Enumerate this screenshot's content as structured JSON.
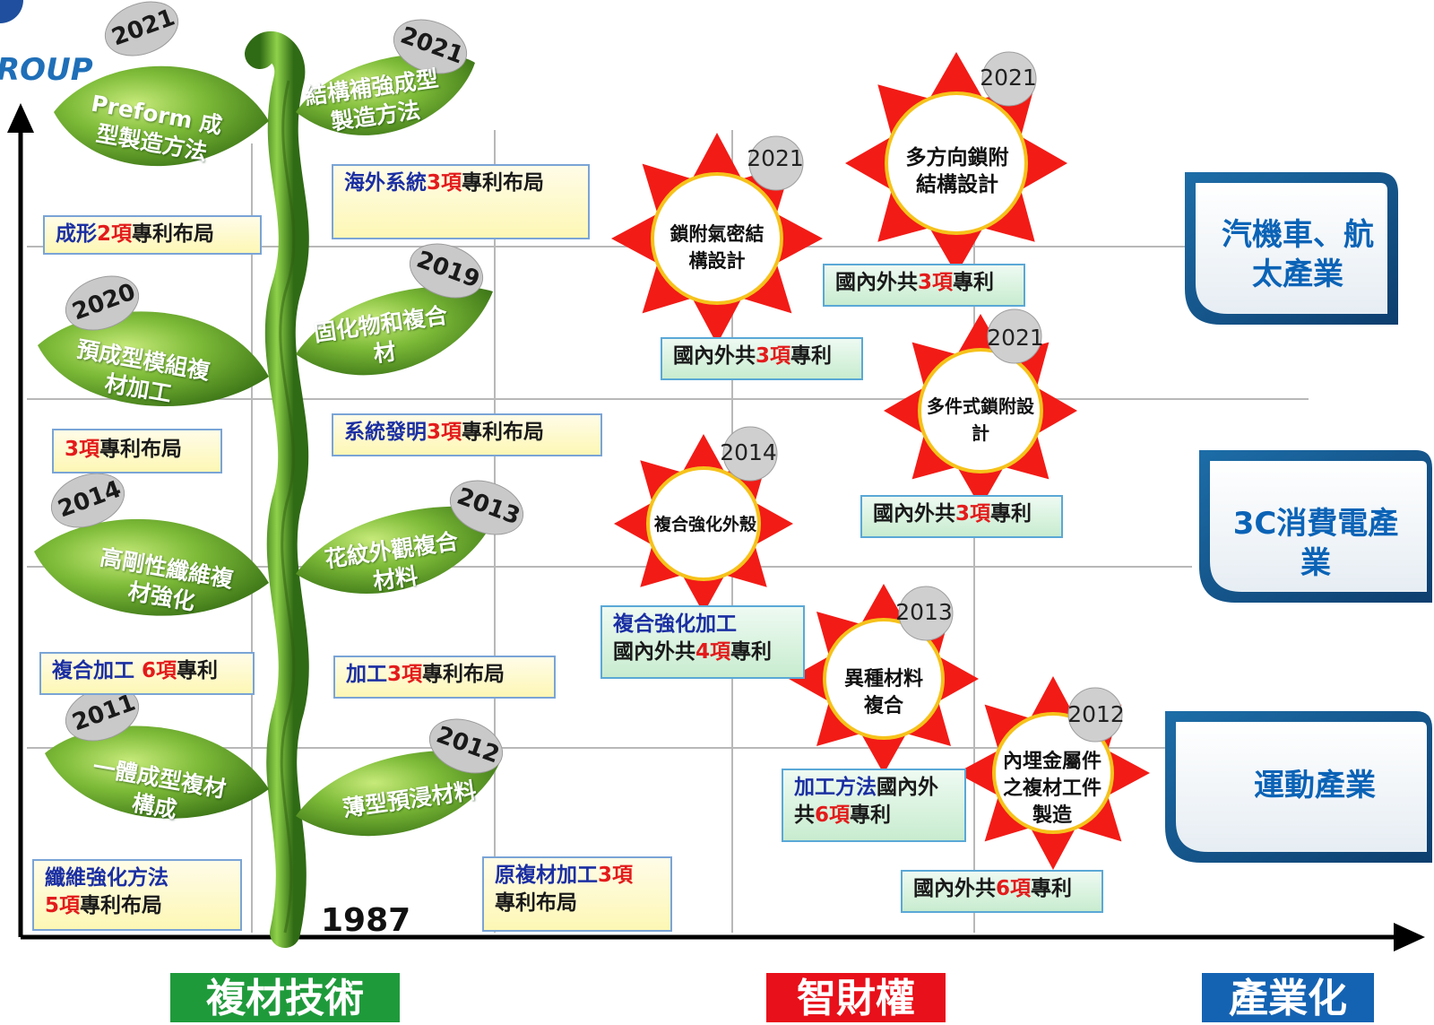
{
  "header": {
    "logo_text": "ROUP"
  },
  "origin_year": "1987",
  "leaves": [
    {
      "year": "2021",
      "label": "Preform 成型製造方法"
    },
    {
      "year": "2021",
      "label": "結構補強成型製造方法"
    },
    {
      "year": "2020",
      "label": "預成型模組複材加工"
    },
    {
      "year": "2019",
      "label": "固化物和複合材"
    },
    {
      "year": "2014",
      "label": "高剛性纖維複材強化"
    },
    {
      "year": "2013",
      "label": "花紋外觀複合材料"
    },
    {
      "year": "2011",
      "label": "一體成型複材構成"
    },
    {
      "year": "2012",
      "label": "薄型預浸材料"
    }
  ],
  "patent_boxes": [
    {
      "prefix": "成形",
      "count": "2項",
      "suffix": "專利布局"
    },
    {
      "prefix": "海外系統",
      "count": "3項",
      "suffix": "專利布局"
    },
    {
      "prefix": "",
      "count": "3項",
      "suffix": "專利布局"
    },
    {
      "prefix": "系統發明",
      "count": "3項",
      "suffix": "專利布局"
    },
    {
      "prefix": "複合加工 ",
      "count": "6項",
      "suffix": "專利"
    },
    {
      "prefix": "加工",
      "count": "3項",
      "suffix": "專利布局"
    },
    {
      "prefix": "纖維強化方法",
      "count": "5項",
      "suffix": "專利布局"
    },
    {
      "prefix": "原複材加工",
      "count": "3項",
      "suffix": "專利布局"
    }
  ],
  "stars": [
    {
      "year": "2021",
      "label": "鎖附氣密結構設計"
    },
    {
      "year": "2021",
      "label": "多方向鎖附結構設計"
    },
    {
      "year": "2021",
      "label": "多件式鎖附設計"
    },
    {
      "year": "2014",
      "label": "複合強化外殼"
    },
    {
      "year": "2013",
      "label": "異種材料複合"
    },
    {
      "year": "2012",
      "label": "內埋金屬件之複材工件製造"
    }
  ],
  "ip_boxes": [
    {
      "prefix": "",
      "pre2": "國內外共",
      "count": "3項",
      "suffix": "專利"
    },
    {
      "prefix": "",
      "pre2": "國內外共",
      "count": "3項",
      "suffix": "專利"
    },
    {
      "prefix": "",
      "pre2": "國內外共",
      "count": "3項",
      "suffix": "專利"
    },
    {
      "prefix": "複合強化加工",
      "pre2": "國內外共",
      "count": "4項",
      "suffix": "專利"
    },
    {
      "prefix": "加工方法",
      "pre2": "國內外共",
      "count": "6項",
      "suffix": "專利"
    },
    {
      "prefix": "",
      "pre2": "國內外共",
      "count": "6項",
      "suffix": "專利"
    }
  ],
  "industries": [
    {
      "label": "汽機車、航太產業"
    },
    {
      "label": "3C消費電產業"
    },
    {
      "label": "運動產業"
    }
  ],
  "bottom_labels": {
    "tech": "複材技術",
    "ip": "智財權",
    "industrial": "產業化"
  },
  "colors": {
    "tech": "#1f9a3b",
    "ip": "#e8101a",
    "industrial": "#1463b3",
    "star": "#f21b16",
    "grid": "#b8b8b8"
  }
}
